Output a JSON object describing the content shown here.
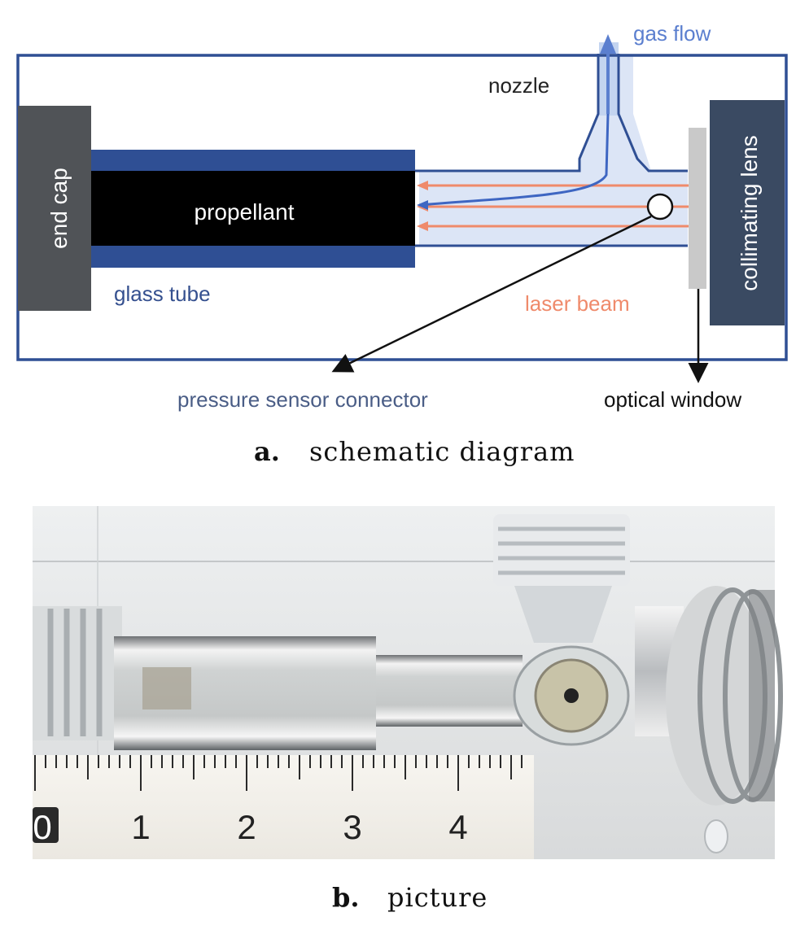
{
  "schematic": {
    "labels": {
      "gas_flow": "gas flow",
      "nozzle": "nozzle",
      "end_cap": "end cap",
      "propellant": "propellant",
      "glass_tube": "glass tube",
      "laser_beam": "laser beam",
      "collimating_lens": "collimating lens",
      "pressure_sensor_connector": "pressure sensor connector",
      "optical_window": "optical window"
    },
    "caption": {
      "letter": "a.",
      "text": "schematic diagram"
    }
  },
  "photo": {
    "ruler_numbers": [
      "0",
      "1",
      "2",
      "3",
      "4"
    ],
    "caption": {
      "letter": "b.",
      "text": "picture"
    }
  },
  "colors": {
    "frame_blue": "#2f4f94",
    "gas_blue": "#5b7fcf",
    "gas_fill": "#d6e1f5",
    "laser_orange": "#ef8a6b",
    "end_cap_gray": "#505357",
    "lens_navy": "#3a4a62",
    "window_gray": "#c9c9c9",
    "label_blue": "#35508f",
    "connector_text": "#4a5d86"
  }
}
